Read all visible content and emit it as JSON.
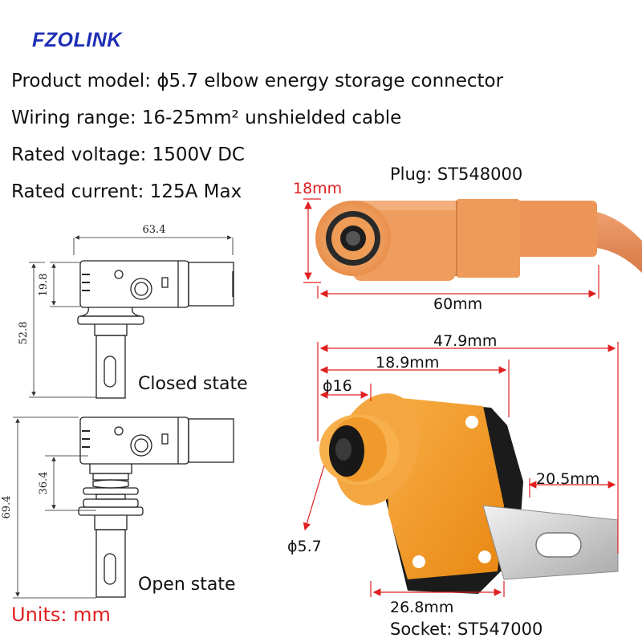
{
  "brand": "FZOLINK",
  "specs": {
    "model": "Product model: ϕ5.7 elbow energy storage connector",
    "wiring": "Wiring range: 16-25mm² unshielded cable",
    "voltage": "Rated voltage: 1500V DC",
    "current": "Rated current: 125A Max"
  },
  "drawings": {
    "closed_label": "Closed state",
    "open_label": "Open state",
    "dim_width": "63.4",
    "dim_head_height": "19.8",
    "dim_closed_height": "52.8",
    "dim_open_upper": "36.4",
    "dim_open_height": "69.4"
  },
  "plug": {
    "title": "Plug: ST548000",
    "height": "18mm",
    "length": "60mm",
    "color": "#ee9a5a"
  },
  "socket": {
    "title": "Socket: ST547000",
    "overall": "47.9mm",
    "center": "18.9mm",
    "diameter": "ϕ16",
    "pin": "ϕ5.7",
    "terminal": "20.5mm",
    "base": "26.8mm",
    "color": "#f19a28"
  },
  "units": "Units: mm",
  "colors": {
    "brand": "#1f2fb5",
    "units": "#e02020",
    "dim_line": "#e02020"
  }
}
